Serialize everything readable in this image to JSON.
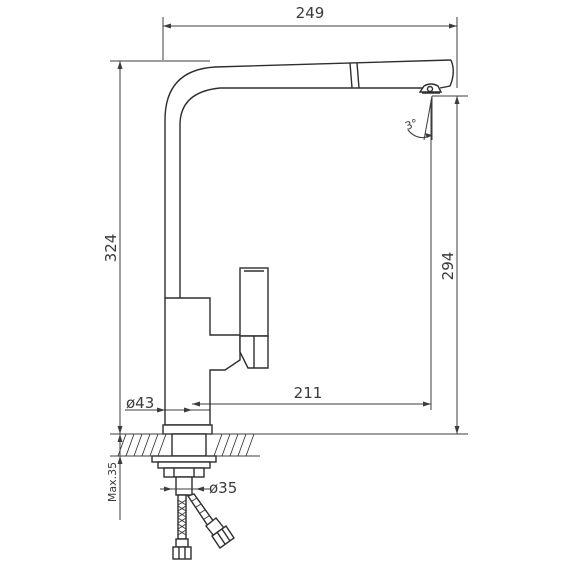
{
  "dimensions": {
    "overall_width": "249",
    "overall_height": "324",
    "spout_height": "294",
    "spout_reach": "211",
    "body_diameter": "ø43",
    "shank_diameter": "ø35",
    "max_counter_thickness": "Max.35",
    "spout_angle": "3°"
  }
}
